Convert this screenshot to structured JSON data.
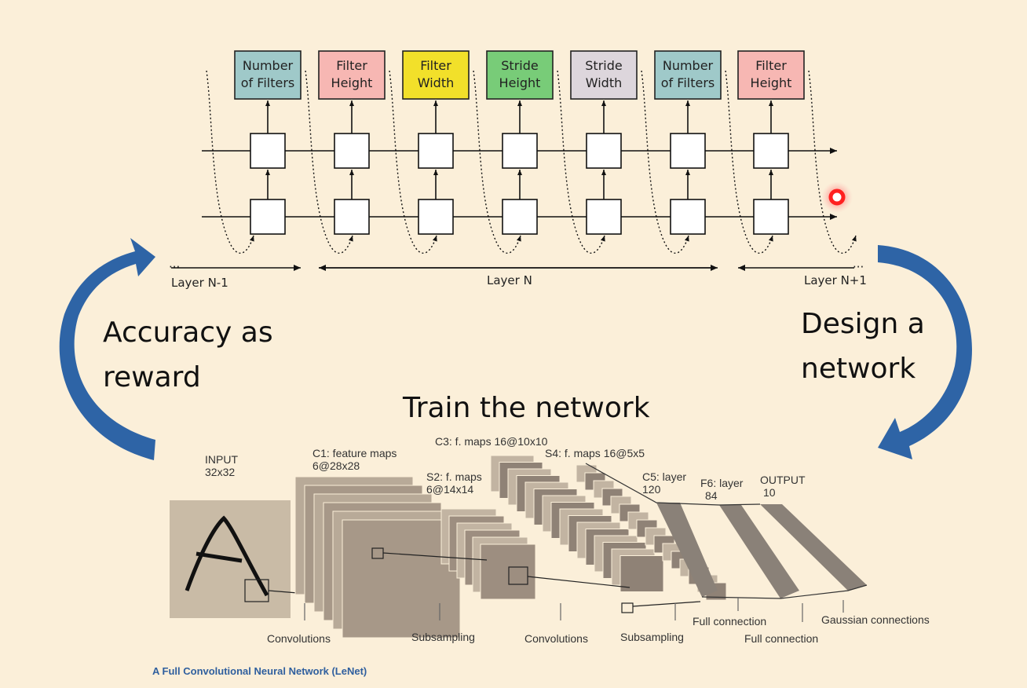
{
  "controller": {
    "hyperparams": [
      {
        "lines": [
          "Number",
          "of Filters"
        ],
        "color": "#9fc9c9"
      },
      {
        "lines": [
          "Filter",
          "Height"
        ],
        "color": "#f7b7b3"
      },
      {
        "lines": [
          "Filter",
          "Width"
        ],
        "color": "#f2e02a"
      },
      {
        "lines": [
          "Stride",
          "Height"
        ],
        "color": "#78cc78"
      },
      {
        "lines": [
          "Stride",
          "Width"
        ],
        "color": "#ddd6dc"
      },
      {
        "lines": [
          "Number",
          "of Filters"
        ],
        "color": "#9fc9c9"
      },
      {
        "lines": [
          "Filter",
          "Height"
        ],
        "color": "#f7b7b3"
      }
    ],
    "layer_prev": "Layer N-1",
    "layer_cur": "Layer N",
    "layer_next": "Layer N+1"
  },
  "loop": {
    "left_label": [
      "Accuracy as",
      "reward"
    ],
    "right_label": [
      "Design a",
      "network"
    ],
    "center_label": "Train the network"
  },
  "lenet": {
    "input": [
      "INPUT",
      "32x32"
    ],
    "c1": [
      "C1: feature maps",
      "6@28x28"
    ],
    "s2": [
      "S2: f. maps",
      "6@14x14"
    ],
    "c3": "C3: f. maps 16@10x10",
    "s4": "S4: f. maps 16@5x5",
    "c5": [
      "C5: layer",
      "120"
    ],
    "f6": [
      "F6: layer",
      "84"
    ],
    "output": [
      "OUTPUT",
      "10"
    ],
    "ops": [
      "Convolutions",
      "Subsampling",
      "Convolutions",
      "Subsampling",
      "Full connection",
      "Full connection",
      "Gaussian connections"
    ],
    "caption": "A Full Convolutional  Neural Network (LeNet)"
  },
  "colors": {
    "background": "#fbefd9",
    "arrow_blue": "#2e64a6",
    "cursor_red": "#ff2a2a"
  }
}
